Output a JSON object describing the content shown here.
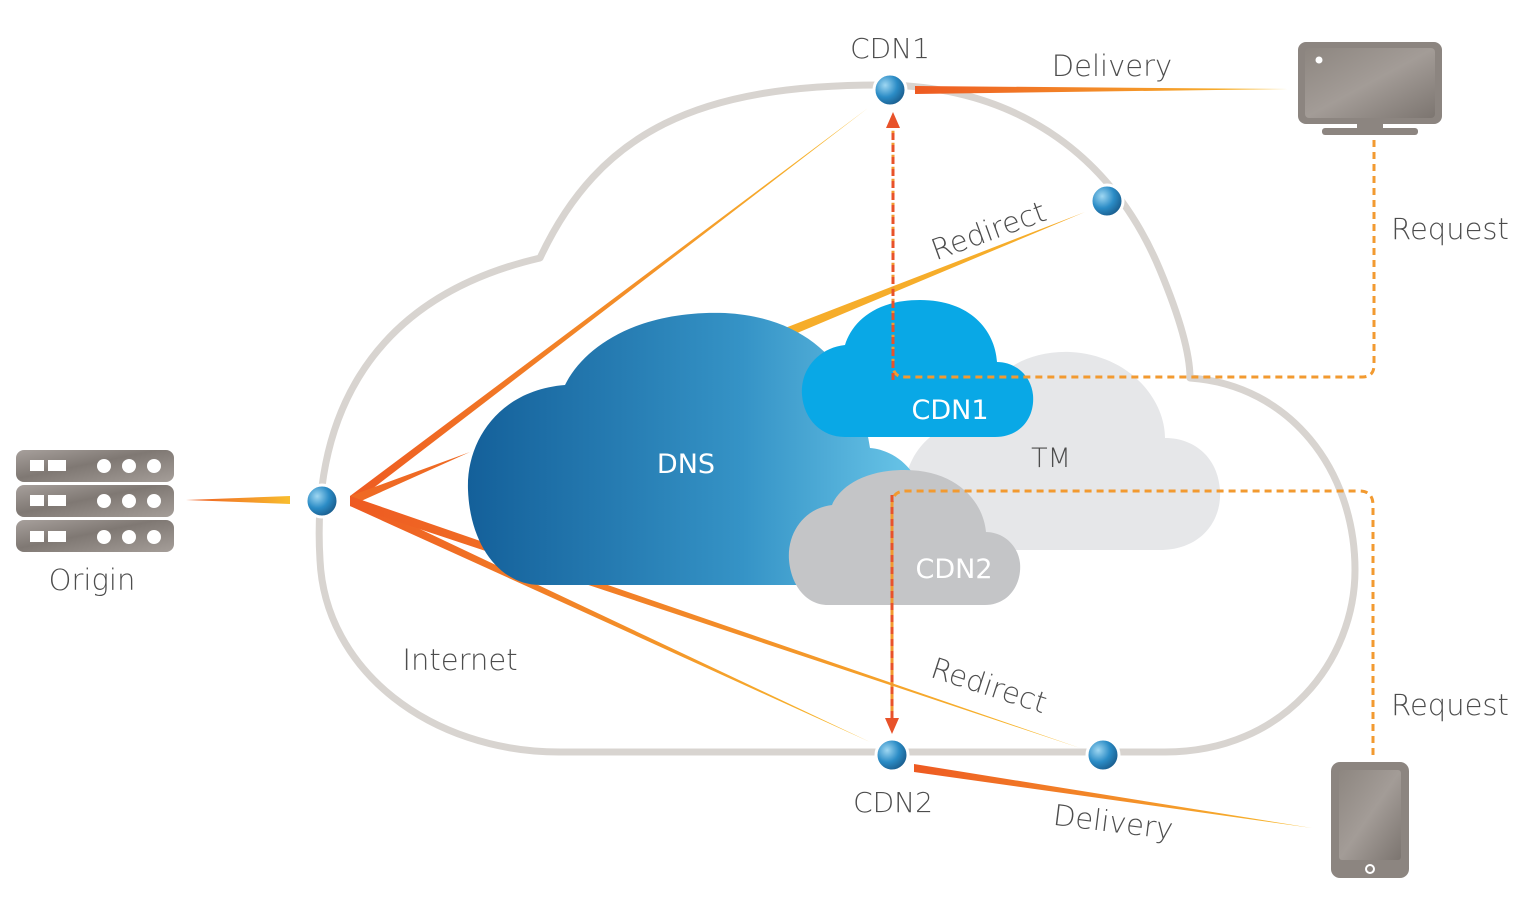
{
  "labels": {
    "cdn1_top": "CDN1",
    "delivery_top": "Delivery",
    "redirect_top": "Redirect",
    "request_top": "Request",
    "dns": "DNS",
    "tm": "TM",
    "cdn1_cloud": "CDN1",
    "cdn2_cloud": "CDN2",
    "origin": "Origin",
    "internet": "Internet",
    "redirect_bottom": "Redirect",
    "request_bottom": "Request",
    "cdn2_bottom": "CDN2",
    "delivery_bottom": "Delivery"
  },
  "colors": {
    "outline_cloud": "#d9d5d1",
    "dns_dark": "#16649c",
    "dns_light": "#5ebde3",
    "cdn1_cloud": "#0aaae6",
    "cdn2_cloud": "#c3c4c6",
    "tm_cloud": "#e5e6e8",
    "beam_orange": "#f06a23",
    "beam_yellow": "#f7b52c",
    "dashed_red": "#e8522a",
    "dashed_yellow": "#f5b52a",
    "device": "#8f8884",
    "node": "#2f8dc4"
  },
  "icons": {
    "origin": "server-rack-icon",
    "monitor": "monitor-icon",
    "tablet": "tablet-icon"
  }
}
